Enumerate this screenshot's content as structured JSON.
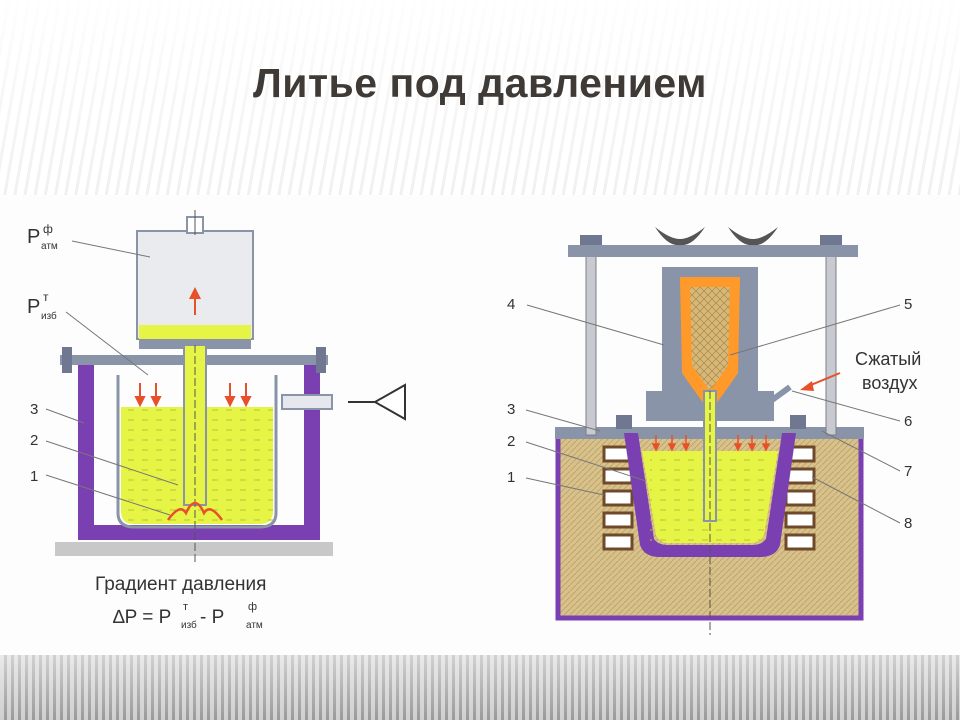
{
  "title": "Литье под давлением",
  "left_figure": {
    "label_patm": "P",
    "label_patm_sup": "ф",
    "label_patm_sub": "атм",
    "label_pizb": "P",
    "label_pizb_sup": "т",
    "label_pizb_sub": "изб",
    "numbers": [
      "3",
      "2",
      "1"
    ],
    "caption": "Градиент давления",
    "formula_left": "∆P = P",
    "formula_sup1": "т",
    "formula_sub1": "изб",
    "formula_mid": " - P",
    "formula_sup2": "ф",
    "formula_sub2": "атм"
  },
  "right_figure": {
    "label_compressed_air_1": "Сжатый",
    "label_compressed_air_2": "воздух",
    "numbers_left": [
      "4",
      "3",
      "2",
      "1"
    ],
    "numbers_right": [
      "5",
      "6",
      "7",
      "8"
    ]
  },
  "colors": {
    "metal": "#e6f545",
    "frame": "#7a3fb0",
    "plate": "#8a94a8",
    "insulation": "#d8c18a",
    "arrow": "#e8502a",
    "mold": "#ff9a2a"
  }
}
